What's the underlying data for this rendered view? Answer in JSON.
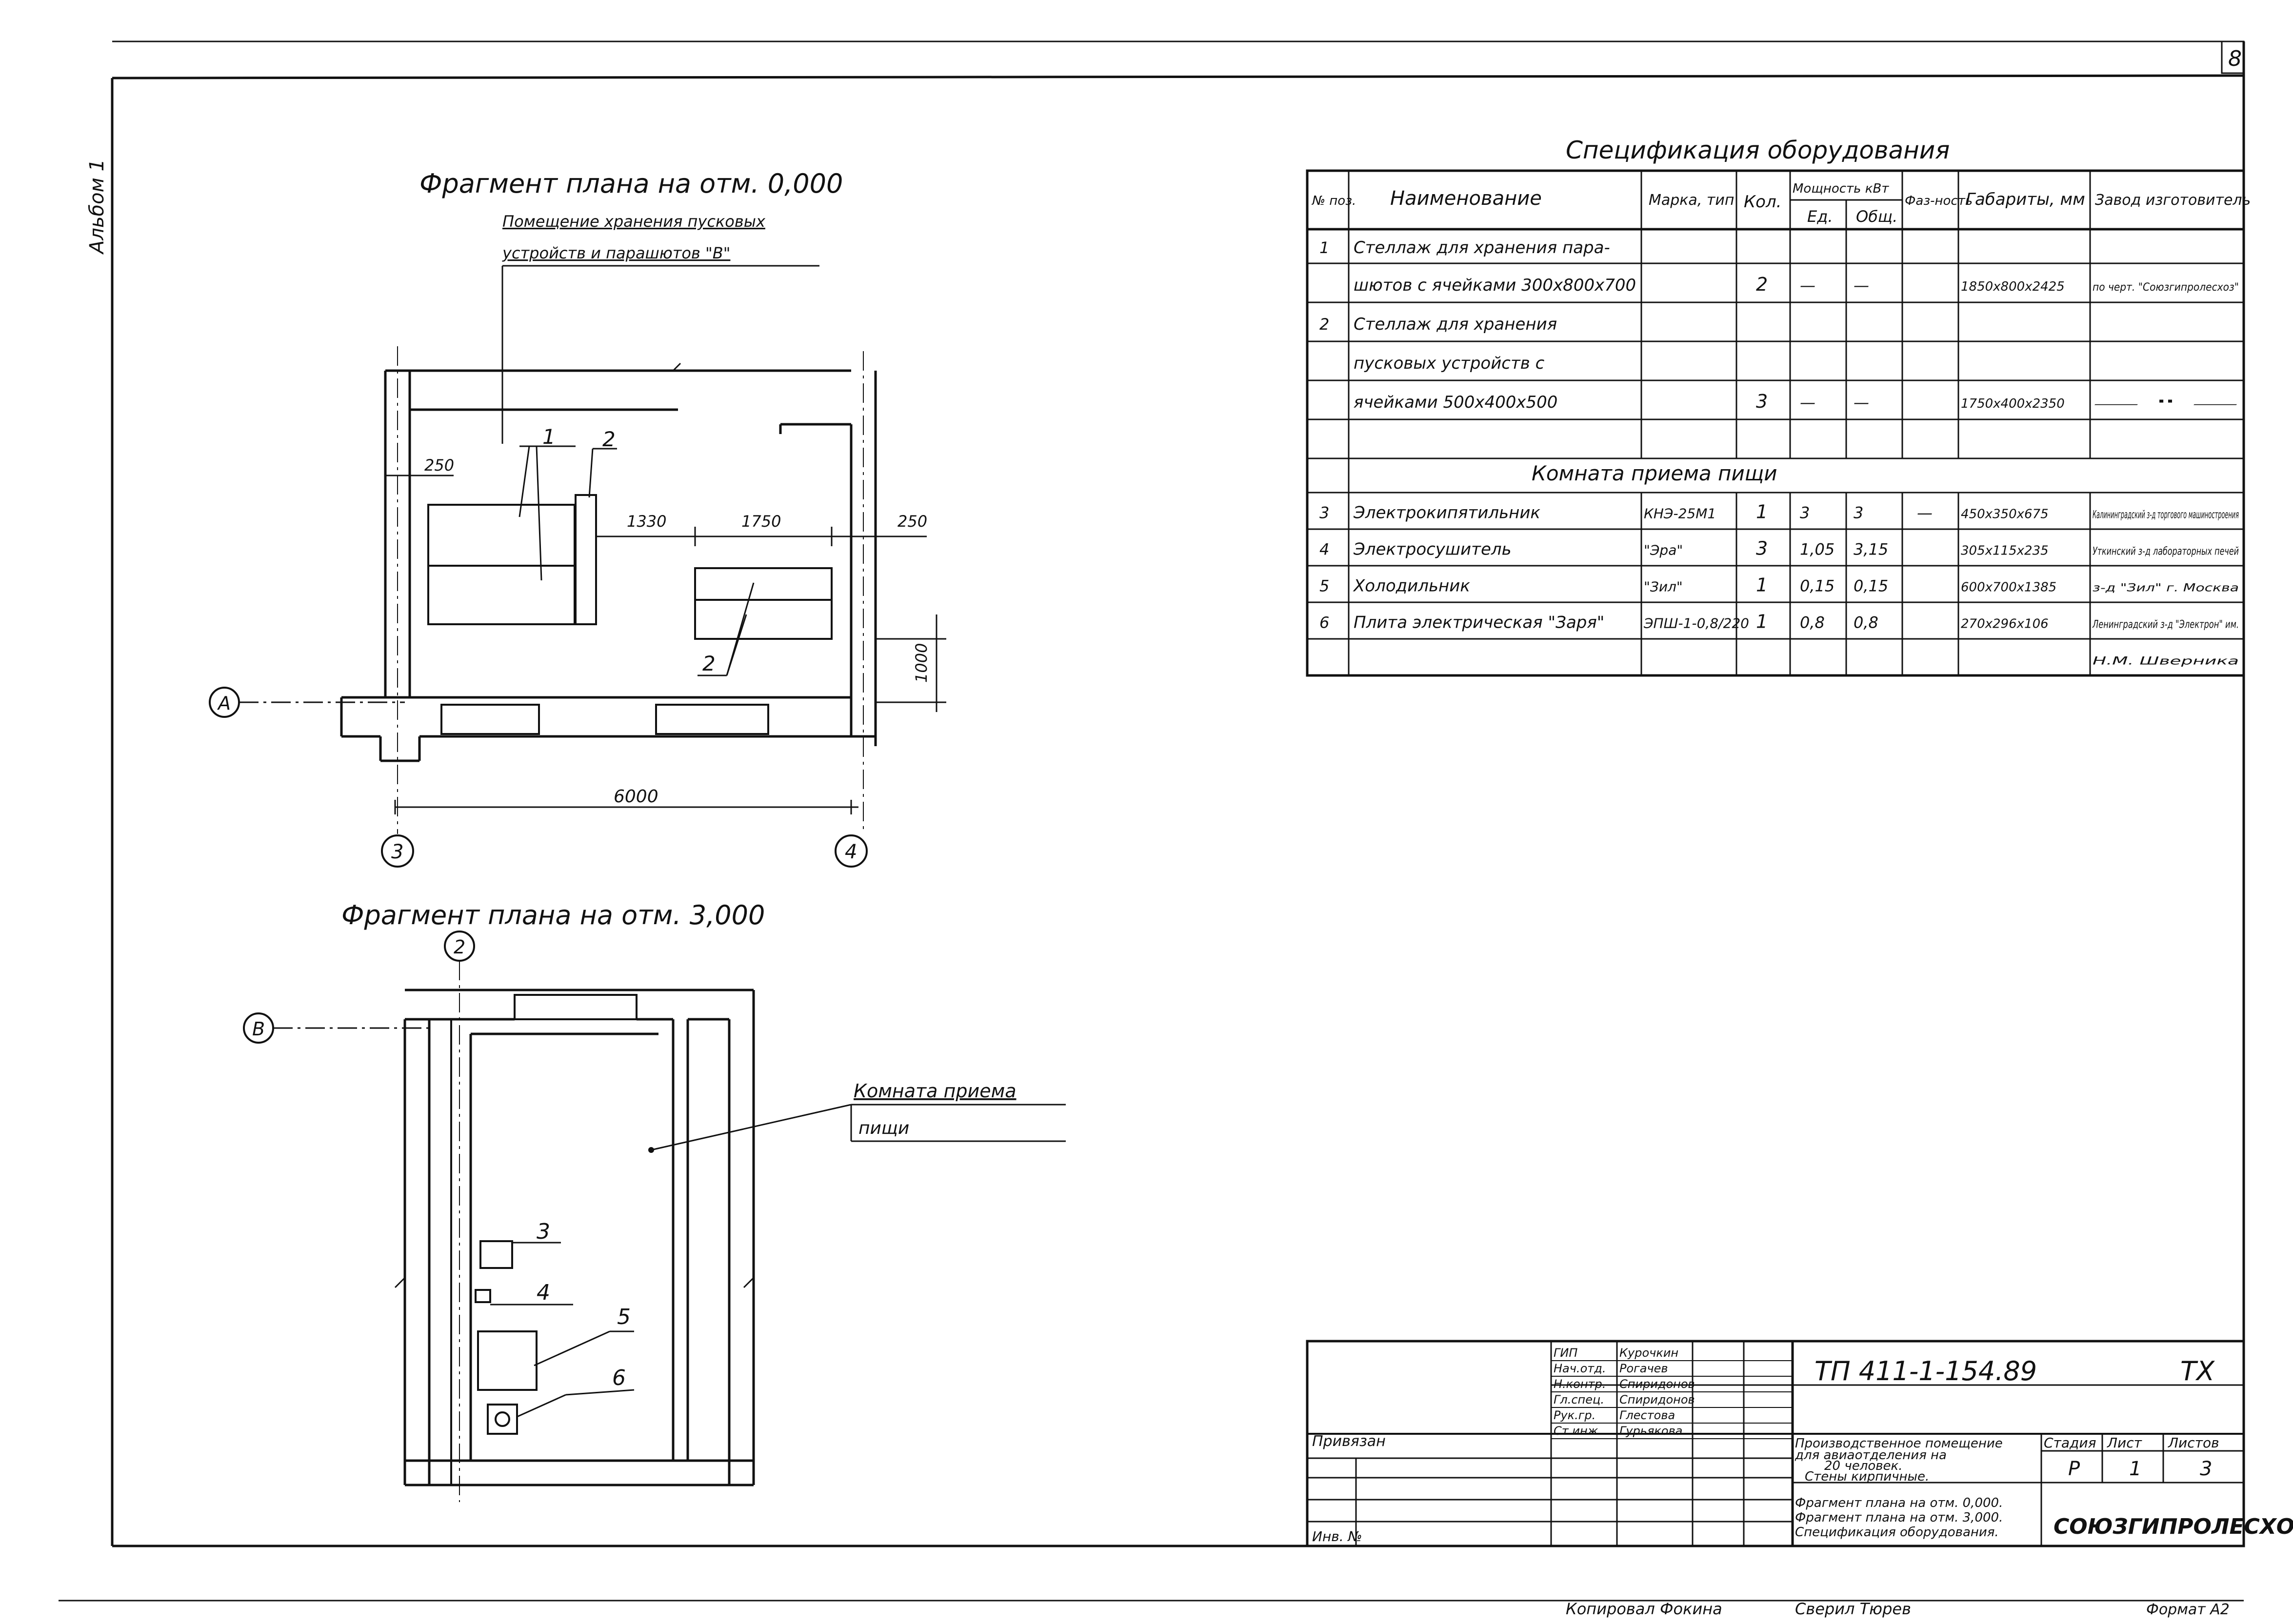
{
  "sheet_number": "8",
  "album_label": "Альбом 1",
  "plan1": {
    "title": "Фрагмент плана на отм. 0,000",
    "room_label_line1": "Помещение хранения пусковых",
    "room_label_line2": "устройств и парашютов \"В\"",
    "dim_250_left": "250",
    "dim_1330": "1330",
    "dim_1750": "1750",
    "dim_250_right": "250",
    "dim_1000": "1000",
    "dim_6000": "6000",
    "callout_1": "1",
    "callout_2a": "2",
    "callout_2b": "2",
    "axis_A": "А",
    "axis_3": "3",
    "axis_4": "4"
  },
  "plan2": {
    "title": "Фрагмент плана на отм. 3,000",
    "axis_2": "2",
    "axis_B": "В",
    "room_label_line1": "Комната приема",
    "room_label_line2": "пищи",
    "callout_3": "3",
    "callout_4": "4",
    "callout_5": "5",
    "callout_6": "6"
  },
  "spec": {
    "title": "Спецификация оборудования",
    "headers": {
      "pos": "№ поз.",
      "name": "Наименование",
      "mark": "Марка, тип",
      "qty": "Кол.",
      "power": "Мощность кВт",
      "power_unit": "Ед.",
      "power_total": "Общ.",
      "phase": "Фаз-ность",
      "dims": "Габариты, мм",
      "maker": "Завод изготовитель"
    },
    "section_title": "Комната приема пищи",
    "rows": [
      {
        "pos": "1",
        "name": "Стеллаж для хранения пара-",
        "mark": "",
        "qty": "",
        "pu": "",
        "pt": "",
        "ph": "",
        "dims": "",
        "maker": ""
      },
      {
        "pos": "",
        "name": "шютов с ячейками 300х800х700",
        "mark": "",
        "qty": "2",
        "pu": "—",
        "pt": "—",
        "ph": "",
        "dims": "1850х800х2425",
        "maker": "по черт. \"Союзгипролесхоз\""
      },
      {
        "pos": "2",
        "name": "Стеллаж для хранения",
        "mark": "",
        "qty": "",
        "pu": "",
        "pt": "",
        "ph": "",
        "dims": "",
        "maker": ""
      },
      {
        "pos": "",
        "name": "пусковых устройств с",
        "mark": "",
        "qty": "",
        "pu": "",
        "pt": "",
        "ph": "",
        "dims": "",
        "maker": ""
      },
      {
        "pos": "",
        "name": "ячейками 500х400х500",
        "mark": "",
        "qty": "3",
        "pu": "—",
        "pt": "—",
        "ph": "",
        "dims": "1750х400х2350",
        "maker": "— \" —"
      },
      {
        "pos": "",
        "name": "",
        "mark": "",
        "qty": "",
        "pu": "",
        "pt": "",
        "ph": "",
        "dims": "",
        "maker": ""
      },
      {
        "pos": "3",
        "name": "Электрокипятильник",
        "mark": "КНЭ-25М1",
        "qty": "1",
        "pu": "3",
        "pt": "3",
        "ph": "—",
        "dims": "450х350х675",
        "maker": "Калининградский з-д торгового машиностроения"
      },
      {
        "pos": "4",
        "name": "Электросушитель",
        "mark": "\"Эра\"",
        "qty": "3",
        "pu": "1,05",
        "pt": "3,15",
        "ph": "",
        "dims": "305х115х235",
        "maker": "Уткинский з-д лабораторных печей"
      },
      {
        "pos": "5",
        "name": "Холодильник",
        "mark": "\"Зил\"",
        "qty": "1",
        "pu": "0,15",
        "pt": "0,15",
        "ph": "",
        "dims": "600х700х1385",
        "maker": "з-д \"Зил\" г. Москва"
      },
      {
        "pos": "6",
        "name": "Плита электрическая \"Заря\"",
        "mark": "ЭПШ-1-0,8/220",
        "qty": "1",
        "pu": "0,8",
        "pt": "0,8",
        "ph": "",
        "dims": "270х296х106",
        "maker": "Ленинградский з-д \"Электрон\" им."
      },
      {
        "pos": "",
        "name": "",
        "mark": "",
        "qty": "",
        "pu": "",
        "pt": "",
        "ph": "",
        "dims": "",
        "maker": "Н.М. Шверника"
      }
    ]
  },
  "stamp": {
    "roles": [
      "ГИП",
      "Нач.отд.",
      "Н.контр.",
      "Гл.спец.",
      "Рук.гр.",
      "Ст.инж."
    ],
    "names": [
      "Курочкин",
      "Рогачев",
      "Спиридонов",
      "Спиридонов",
      "Глестова",
      "Гурьякова"
    ],
    "privyazan": "Привязан",
    "inv": "Инв. №",
    "code": "ТП  411-1-154.89",
    "mark": "ТХ",
    "desc_line1": "Производственное помещение",
    "desc_line2": "для авиаотделения на",
    "desc_line3": "20 человек.",
    "desc_line4": "Стены кирпичные.",
    "stage_h": "Стадия",
    "sheet_h": "Лист",
    "sheets_h": "Листов",
    "stage": "Р",
    "sheet": "1",
    "sheets": "3",
    "content_line1": "Фрагмент плана на отм. 0,000.",
    "content_line2": "Фрагмент плана на отм. 3,000.",
    "content_line3": "Спецификация оборудования.",
    "org": "СОЮЗГИПРОЛЕСХОЗ"
  },
  "footer": {
    "copied": "Копировал Фокина",
    "checked": "Сверил Тюрев",
    "format": "Формат А2"
  }
}
